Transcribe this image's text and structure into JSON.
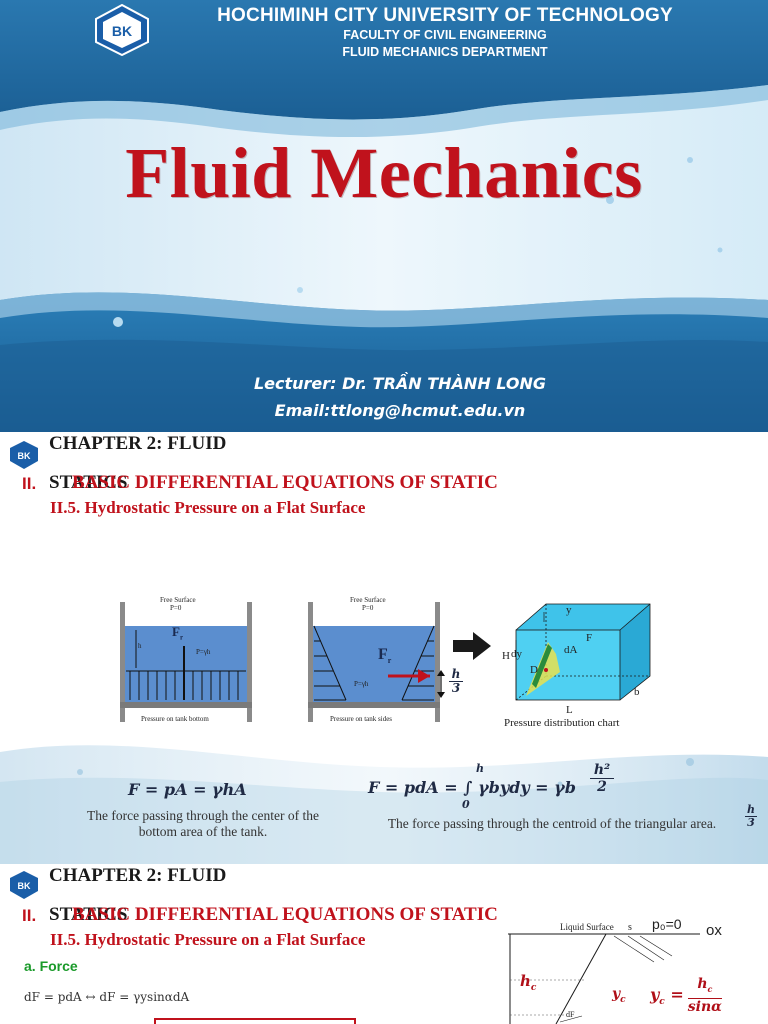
{
  "slide1": {
    "logo_text": "BK",
    "university": "HOCHIMINH CITY UNIVERSITY OF TECHNOLOGY",
    "faculty": "FACULTY OF CIVIL ENGINEERING",
    "department": "FLUID MECHANICS DEPARTMENT",
    "title": "Fluid Mechanics",
    "lecturer": "Lecturer: Dr. TRẦN THÀNH LONG",
    "email": "Email:ttlong@hcmut.edu.vn"
  },
  "slide2": {
    "chapter_line1": "CHAPTER 2: FLUID",
    "chapter_line2": "STATICS",
    "section_number": "II.",
    "section_title": "BASIC DIFFERENTIAL EQUATIONS OF STATIC",
    "subsection": "II.5. Hydrostatic Pressure on a Flat Surface",
    "fig1": {
      "free_surface": "Free Surface",
      "p0": "P=0",
      "force": "F",
      "force_sub": "r",
      "h": "h",
      "pressure": "P=γh",
      "caption": "Pressure on tank bottom"
    },
    "fig2": {
      "free_surface": "Free Surface",
      "p0": "P=0",
      "force": "F",
      "force_sub": "r",
      "pressure": "P=γh",
      "h_num": "h",
      "h_den": "3",
      "caption": "Pressure on tank sides"
    },
    "fig3": {
      "y": "y",
      "H": "H",
      "dy": "dy",
      "dA": "dA",
      "F": "F",
      "D": "D",
      "L": "L",
      "b": "b",
      "caption": "Pressure distribution chart"
    },
    "formula_left": "F = pA = γhA",
    "note_left": "The force passing through the center of the bottom area of the tank.",
    "formula_right_main": "F = pdA = ∫ γbydy = γb",
    "formula_right_upper": "h",
    "formula_right_lower": "0",
    "formula_right_frac_num": "h²",
    "formula_right_frac_den": "2",
    "note_right": "The force passing through the centroid of the triangular area.",
    "note_right_frac_num": "h",
    "note_right_frac_den": "3"
  },
  "slide3": {
    "chapter_line1": "CHAPTER 2: FLUID",
    "chapter_line2": "STATICS",
    "section_number": "II.",
    "section_title": "BASIC DIFFERENTIAL EQUATIONS OF STATIC",
    "subsection": "II.5. Hydrostatic Pressure on a Flat Surface",
    "part": "a. Force",
    "eq": "dF = pdA ↔ dF = γysinαdA",
    "diagram": {
      "liquid_surface": "Liquid Surface",
      "s": "s",
      "p0": "p₀=0",
      "ox": "ox",
      "hc": "h",
      "hc_sub": "c",
      "yc": "y",
      "yc_sub": "c",
      "dF": "dF",
      "formula_lhs": "y",
      "formula_lhs_sub": "c",
      "formula_num": "h",
      "formula_num_sub": "c",
      "formula_den": "sinα"
    }
  }
}
